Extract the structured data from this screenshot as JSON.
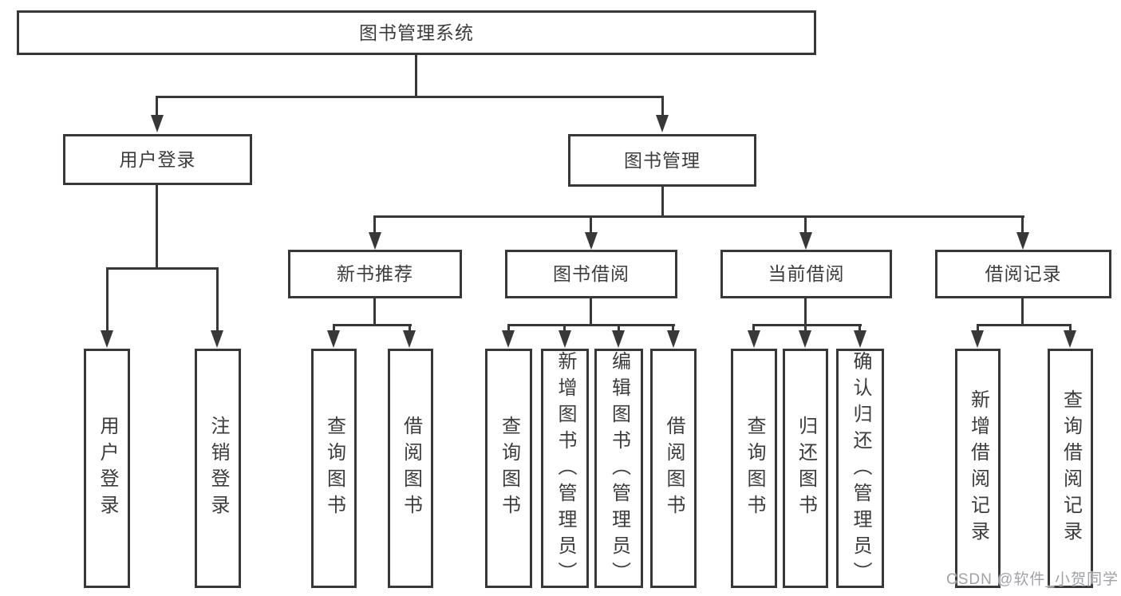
{
  "tree": {
    "root": {
      "label": "图书管理系统",
      "children": [
        {
          "label": "用户登录",
          "children": [
            {
              "label": "用户登录"
            },
            {
              "label": "注销登录"
            }
          ]
        },
        {
          "label": "图书管理",
          "children": [
            {
              "label": "新书推荐",
              "children": [
                {
                  "label": "查询图书"
                },
                {
                  "label": "借阅图书"
                }
              ]
            },
            {
              "label": "图书借阅",
              "children": [
                {
                  "label": "查询图书"
                },
                {
                  "label": "新增图书（管理员）"
                },
                {
                  "label": "编辑图书（管理员）"
                },
                {
                  "label": "借阅图书"
                }
              ]
            },
            {
              "label": "当前借阅",
              "children": [
                {
                  "label": "查询图书"
                },
                {
                  "label": "归还图书"
                },
                {
                  "label": "确认归还（管理员）"
                }
              ]
            },
            {
              "label": "借阅记录",
              "children": [
                {
                  "label": "新增借阅记录"
                },
                {
                  "label": "查询借阅记录"
                }
              ]
            }
          ]
        }
      ]
    }
  },
  "watermark": {
    "text": "CSDN @软件_小贺同学"
  },
  "colors": {
    "line": "#383838",
    "text": "#3c3c3c",
    "box_fill": "#ffffff",
    "background": "#ffffff",
    "watermark": "#9fa2a6"
  }
}
